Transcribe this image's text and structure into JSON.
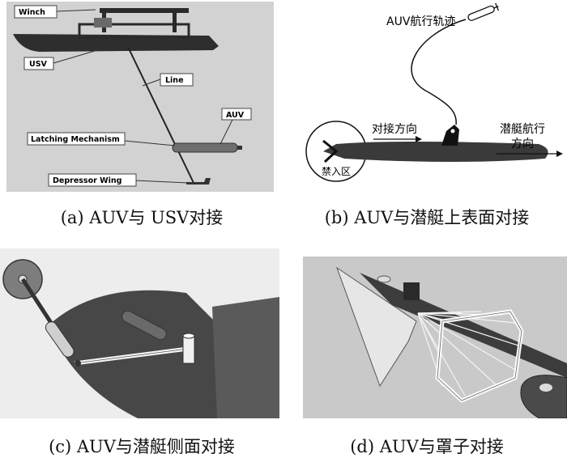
{
  "panel_a": {
    "caption": "(a) AUV与 USV对接",
    "labels": {
      "winch": "Winch",
      "usv": "USV",
      "line": "Line",
      "auv": "AUV",
      "latching": "Latching Mechanism",
      "depressor": "Depressor Wing"
    }
  },
  "panel_b": {
    "caption": "(b) AUV与潜艇上表面对接",
    "labels": {
      "trajectory": "AUV航行轨迹",
      "docking_direction": "对接方向",
      "sub_direction_1": "潜艇航行",
      "sub_direction_2": "方向",
      "no_entry": "禁入区"
    }
  },
  "panel_c": {
    "caption": "(c) AUV与潜艇侧面对接"
  },
  "panel_d": {
    "caption": "(d) AUV与罩子对接"
  },
  "colors": {
    "panel_bg_a": "#d2d2d2",
    "panel_bg_c": "#ededed",
    "panel_bg_d": "#c9c9c9",
    "hull_dark": "#3a3a3a",
    "text": "#111111"
  }
}
